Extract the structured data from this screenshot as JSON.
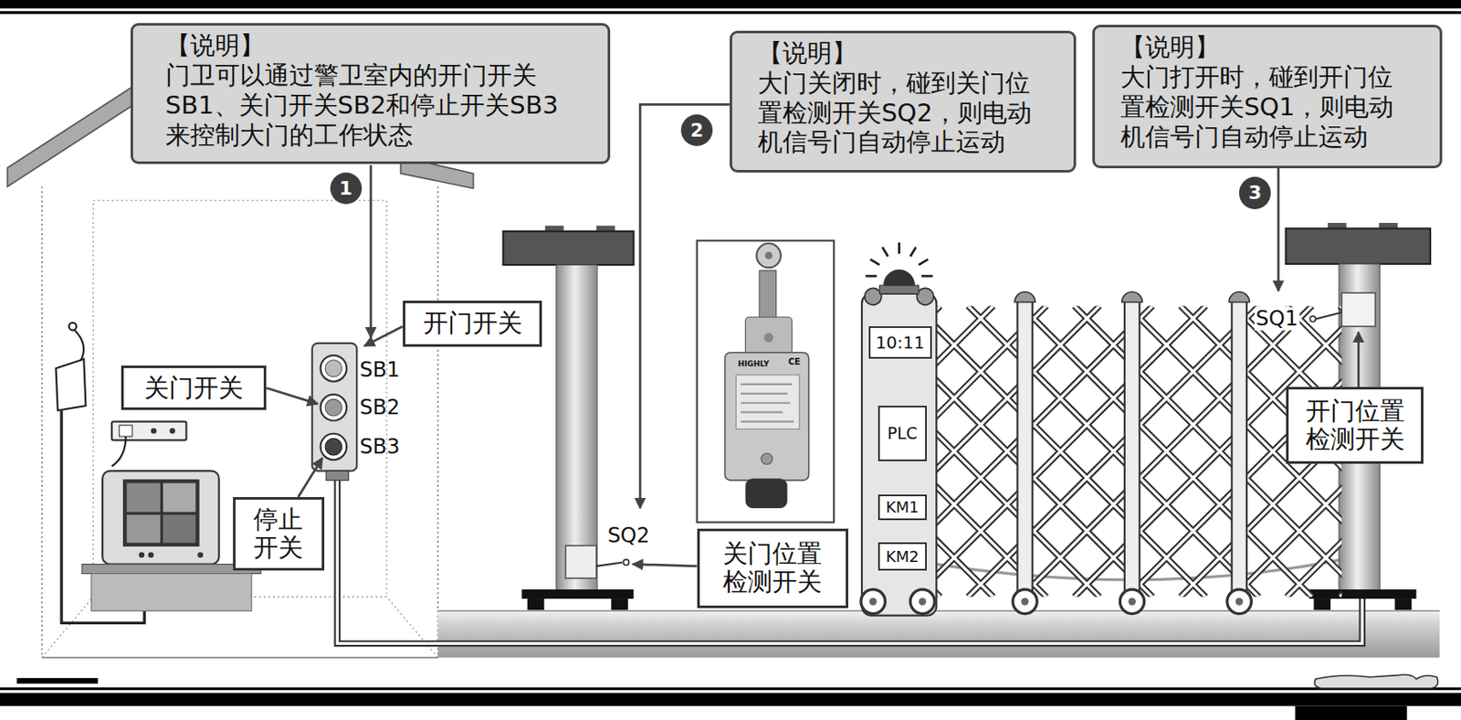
{
  "diagram": {
    "nodes": [
      {
        "text": [
          "【说明】",
          "门卫可以通过警卫室内的开门开关 SB1、关门开关SB2和停止开关SB3 来控制大门的工作状态"
        ]
      },
      {
        "text": [
          "1"
        ]
      },
      {
        "text": [
          "【说明】",
          "大门关闭时，碰到关门位 置检测开关SQ2，则电动 机信号门自动停止运动"
        ]
      },
      {
        "text": [
          "2"
        ]
      },
      {
        "text": [
          "【说明】",
          "大门打开时，碰到开门位 置检测开关SQ1，则电动 机信号门自动停止运动"
        ]
      },
      {
        "text": [
          "3"
        ]
      },
      {
        "text": [
          "开门开关"
        ]
      },
      {
        "text": [
          "关门开关"
        ]
      },
      {
        "text": [
          "停止 开关"
        ]
      },
      {
        "text": [
          "10:11"
        ]
      },
      {
        "text": [
          "PLC"
        ]
      },
      {
        "text": [
          "KM1"
        ]
      },
      {
        "text": [
          "KM2"
        ]
      },
      {
        "text": [
          "关门位置 检测开关"
        ]
      },
      {
        "text": [
          "开门位置 检测开关"
        ]
      }
    ],
    "labels": [
      "SB1",
      "SB2",
      "SB3",
      "SQ2",
      "SQ1",
      "HIGHLY",
      "CE"
    ]
  }
}
